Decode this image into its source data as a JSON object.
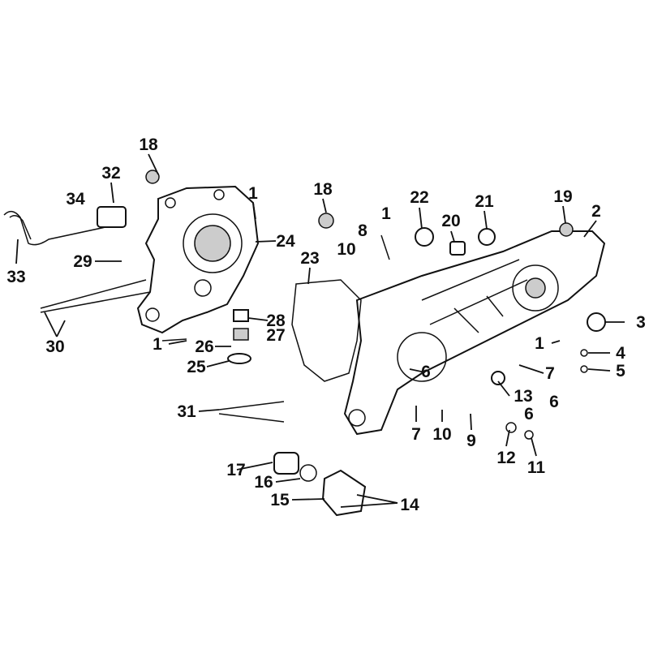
{
  "diagram": {
    "title": "Crankcase exploded view",
    "callouts": [
      {
        "id": "c1",
        "text": "18"
      },
      {
        "id": "c2",
        "text": "32"
      },
      {
        "id": "c3",
        "text": "34"
      },
      {
        "id": "c4",
        "text": "1"
      },
      {
        "id": "c5",
        "text": "18"
      },
      {
        "id": "c6",
        "text": "22"
      },
      {
        "id": "c7",
        "text": "21"
      },
      {
        "id": "c8",
        "text": "19"
      },
      {
        "id": "c9",
        "text": "2"
      },
      {
        "id": "c10",
        "text": "1"
      },
      {
        "id": "c11",
        "text": "20"
      },
      {
        "id": "c12",
        "text": "8"
      },
      {
        "id": "c13",
        "text": "24"
      },
      {
        "id": "c14",
        "text": "29"
      },
      {
        "id": "c15",
        "text": "10"
      },
      {
        "id": "c16",
        "text": "33"
      },
      {
        "id": "c17",
        "text": "23"
      },
      {
        "id": "c18",
        "text": "28"
      },
      {
        "id": "c19",
        "text": "3"
      },
      {
        "id": "c20",
        "text": "30"
      },
      {
        "id": "c21",
        "text": "1"
      },
      {
        "id": "c22",
        "text": "27"
      },
      {
        "id": "c23",
        "text": "1"
      },
      {
        "id": "c24",
        "text": "4"
      },
      {
        "id": "c25",
        "text": "26"
      },
      {
        "id": "c26",
        "text": "25"
      },
      {
        "id": "c27",
        "text": "5"
      },
      {
        "id": "c28",
        "text": "6"
      },
      {
        "id": "c29",
        "text": "7"
      },
      {
        "id": "c30",
        "text": "13"
      },
      {
        "id": "c31",
        "text": "6"
      },
      {
        "id": "c32",
        "text": "31"
      },
      {
        "id": "c33",
        "text": "6"
      },
      {
        "id": "c34",
        "text": "7"
      },
      {
        "id": "c35",
        "text": "10"
      },
      {
        "id": "c36",
        "text": "9"
      },
      {
        "id": "c37",
        "text": "12"
      },
      {
        "id": "c38",
        "text": "11"
      },
      {
        "id": "c39",
        "text": "17"
      },
      {
        "id": "c40",
        "text": "16"
      },
      {
        "id": "c41",
        "text": "15"
      },
      {
        "id": "c42",
        "text": "14"
      }
    ]
  }
}
